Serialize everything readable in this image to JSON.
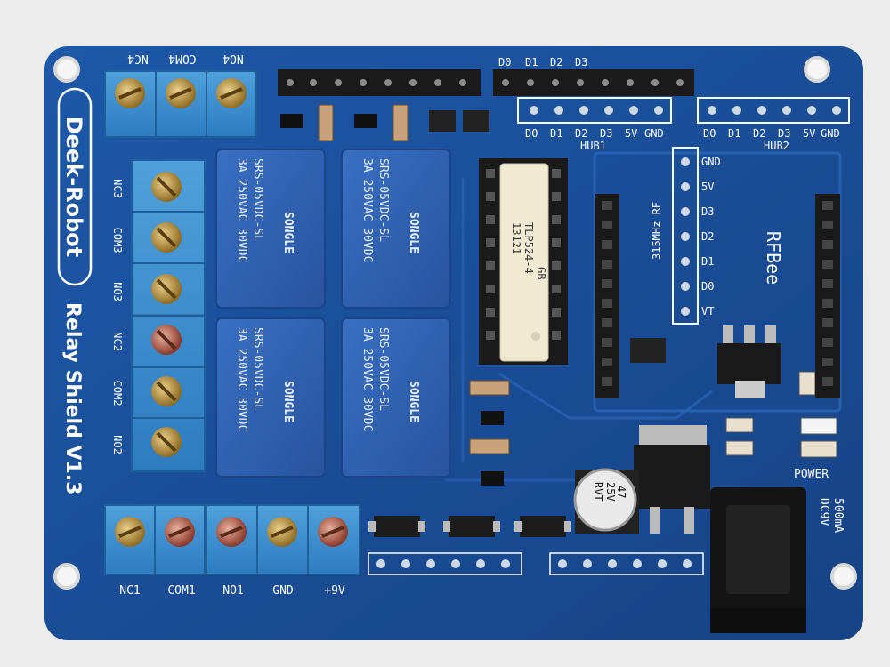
{
  "board": {
    "brand": "Deek-Robot",
    "title": "Relay Shield V1.3"
  },
  "terminals_top": [
    "NC4",
    "COM4",
    "NO4"
  ],
  "terminals_left": [
    "NC3",
    "COM3",
    "NO3",
    "NC2",
    "COM2",
    "NO2"
  ],
  "terminals_bottom": [
    "NC1",
    "COM1",
    "NO1",
    "GND",
    "+9V"
  ],
  "relay": {
    "rating": "3A 250VAC 30VDC",
    "model": "SRS-05VDC-SL",
    "brand": "SONGLE"
  },
  "top_header_labels": [
    "D0",
    "D1",
    "D2",
    "D3"
  ],
  "hub1": {
    "name": "HUB1",
    "pins": [
      "D0",
      "D1",
      "D2",
      "D3",
      "5V",
      "GND"
    ]
  },
  "hub2": {
    "name": "HUB2",
    "pins": [
      "D0",
      "D1",
      "D2",
      "D3",
      "5V",
      "GND"
    ]
  },
  "rf_module": {
    "label": "315MHz RF",
    "pins": [
      "GND",
      "5V",
      "D3",
      "D2",
      "D1",
      "D0",
      "VT"
    ]
  },
  "rfbee_label": "RFBee",
  "optocoupler": {
    "line1": "13121",
    "line2": "TLP524-4",
    "line3": "GB"
  },
  "capacitor": {
    "line1": "47",
    "line2": "25V",
    "line3": "RVT"
  },
  "power_label": "POWER",
  "dc_jack": {
    "voltage": "DC9V",
    "current": "500mA"
  },
  "colors": {
    "pcb": "#1b4f9a",
    "pcb_dark": "#123d7e",
    "terminal": "#3d8fd0",
    "relay": "#2f62b6",
    "silkscreen": "#ffffff",
    "header": "#1a1a1a",
    "opto": "#f1ead2"
  }
}
